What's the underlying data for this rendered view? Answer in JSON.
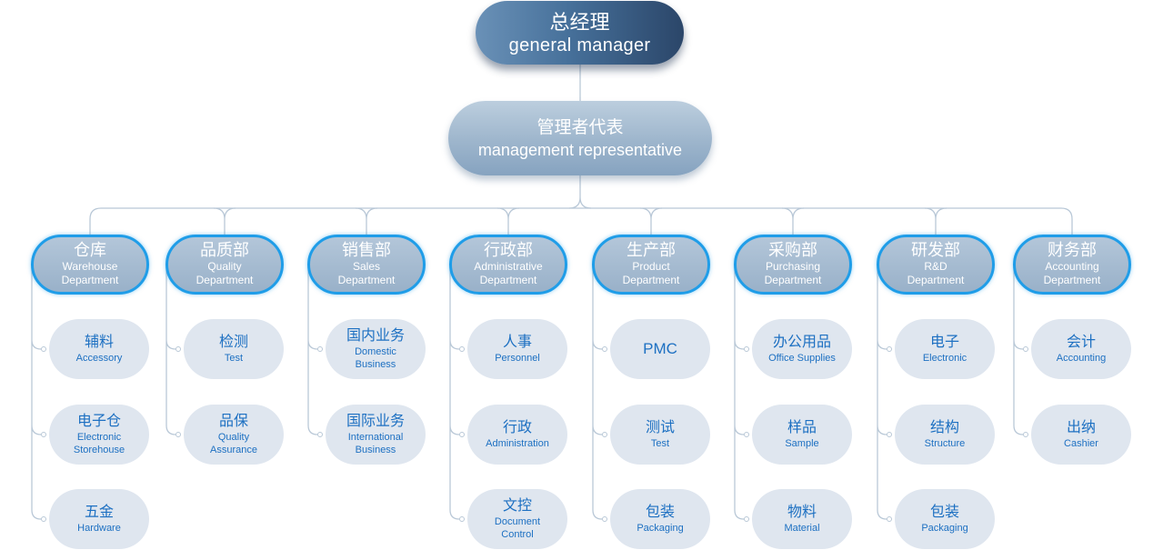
{
  "org": {
    "general_manager": {
      "title": "总经理",
      "subtitle": "general manager"
    },
    "management_representative": {
      "title": "管理者代表",
      "subtitle": "management representative"
    },
    "departments": [
      {
        "title": "仓库",
        "subtitle": [
          "Warehouse",
          "Department"
        ],
        "sections": [
          {
            "title": "辅料",
            "subtitle": [
              "Accessory"
            ]
          },
          {
            "title": "电子仓",
            "subtitle": [
              "Electronic",
              "Storehouse"
            ]
          },
          {
            "title": "五金",
            "subtitle": [
              "Hardware"
            ]
          }
        ]
      },
      {
        "title": "品质部",
        "subtitle": [
          "Quality",
          "Department"
        ],
        "sections": [
          {
            "title": "检测",
            "subtitle": [
              "Test"
            ]
          },
          {
            "title": "品保",
            "subtitle": [
              "Quality",
              "Assurance"
            ]
          }
        ]
      },
      {
        "title": "销售部",
        "subtitle": [
          "Sales",
          "Department"
        ],
        "sections": [
          {
            "title": "国内业务",
            "subtitle": [
              "Domestic",
              "Business"
            ]
          },
          {
            "title": "国际业务",
            "subtitle": [
              "International",
              "Business"
            ]
          }
        ]
      },
      {
        "title": "行政部",
        "subtitle": [
          "Administrative",
          "Department"
        ],
        "sections": [
          {
            "title": "人事",
            "subtitle": [
              "Personnel"
            ]
          },
          {
            "title": "行政",
            "subtitle": [
              "Administration"
            ]
          },
          {
            "title": "文控",
            "subtitle": [
              "Document",
              "Control"
            ]
          }
        ]
      },
      {
        "title": "生产部",
        "subtitle": [
          "Product",
          "Department"
        ],
        "sections": [
          {
            "title": "PMC",
            "subtitle": []
          },
          {
            "title": "测试",
            "subtitle": [
              "Test"
            ]
          },
          {
            "title": "包装",
            "subtitle": [
              "Packaging"
            ]
          }
        ]
      },
      {
        "title": "采购部",
        "subtitle": [
          "Purchasing",
          "Department"
        ],
        "sections": [
          {
            "title": "办公用品",
            "subtitle": [
              "Office Supplies"
            ]
          },
          {
            "title": "样品",
            "subtitle": [
              "Sample"
            ]
          },
          {
            "title": "物料",
            "subtitle": [
              "Material"
            ]
          }
        ]
      },
      {
        "title": "研发部",
        "subtitle": [
          "R&D",
          "Department"
        ],
        "sections": [
          {
            "title": "电子",
            "subtitle": [
              "Electronic"
            ]
          },
          {
            "title": "结构",
            "subtitle": [
              "Structure"
            ]
          },
          {
            "title": "包装",
            "subtitle": [
              "Packaging"
            ]
          }
        ]
      },
      {
        "title": "财务部",
        "subtitle": [
          "Accounting",
          "Department"
        ],
        "sections": [
          {
            "title": "会计",
            "subtitle": [
              "Accounting"
            ]
          },
          {
            "title": "出纳",
            "subtitle": [
              "Cashier"
            ]
          }
        ]
      }
    ]
  },
  "colors": {
    "department_border": "#1f9de8",
    "section_text": "#1d70c2",
    "connector": "#b9c8d7",
    "general_manager_fill": "#2b4669"
  }
}
